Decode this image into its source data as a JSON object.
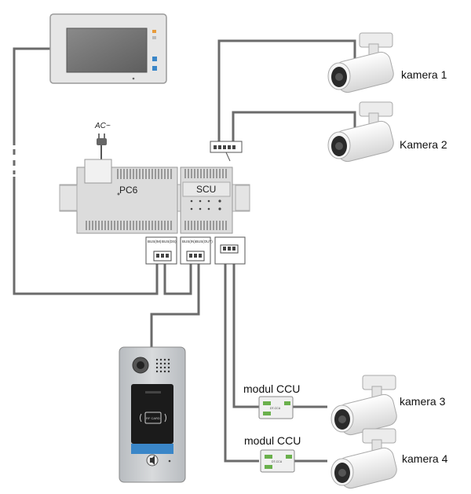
{
  "power": {
    "label": "AC~"
  },
  "devices": {
    "pc6": {
      "label": "PC6",
      "terminals": [
        "BUS(IM)",
        "BUS(DS)"
      ]
    },
    "scu": {
      "label": "SCU",
      "terminals": [
        "BUS(IN)",
        "BUS(OUT)"
      ]
    },
    "door_panel": {
      "card_label": "RF CARD"
    },
    "ccu_1": {
      "label": "modul CCU",
      "model": "DT-CCU"
    },
    "ccu_2": {
      "label": "modul CCU",
      "model": "DT-CCU"
    }
  },
  "cameras": [
    {
      "label": "kamera 1"
    },
    {
      "label": "Kamera 2"
    },
    {
      "label": "kamera 3"
    },
    {
      "label": "kamera 4"
    }
  ],
  "colors": {
    "wire": "#6b6b6b",
    "device_body": "#dcdcdc",
    "panel_silver": "#c9ccd0",
    "blue_strip": "#3a86c8",
    "screen": "#7a7a7a"
  }
}
